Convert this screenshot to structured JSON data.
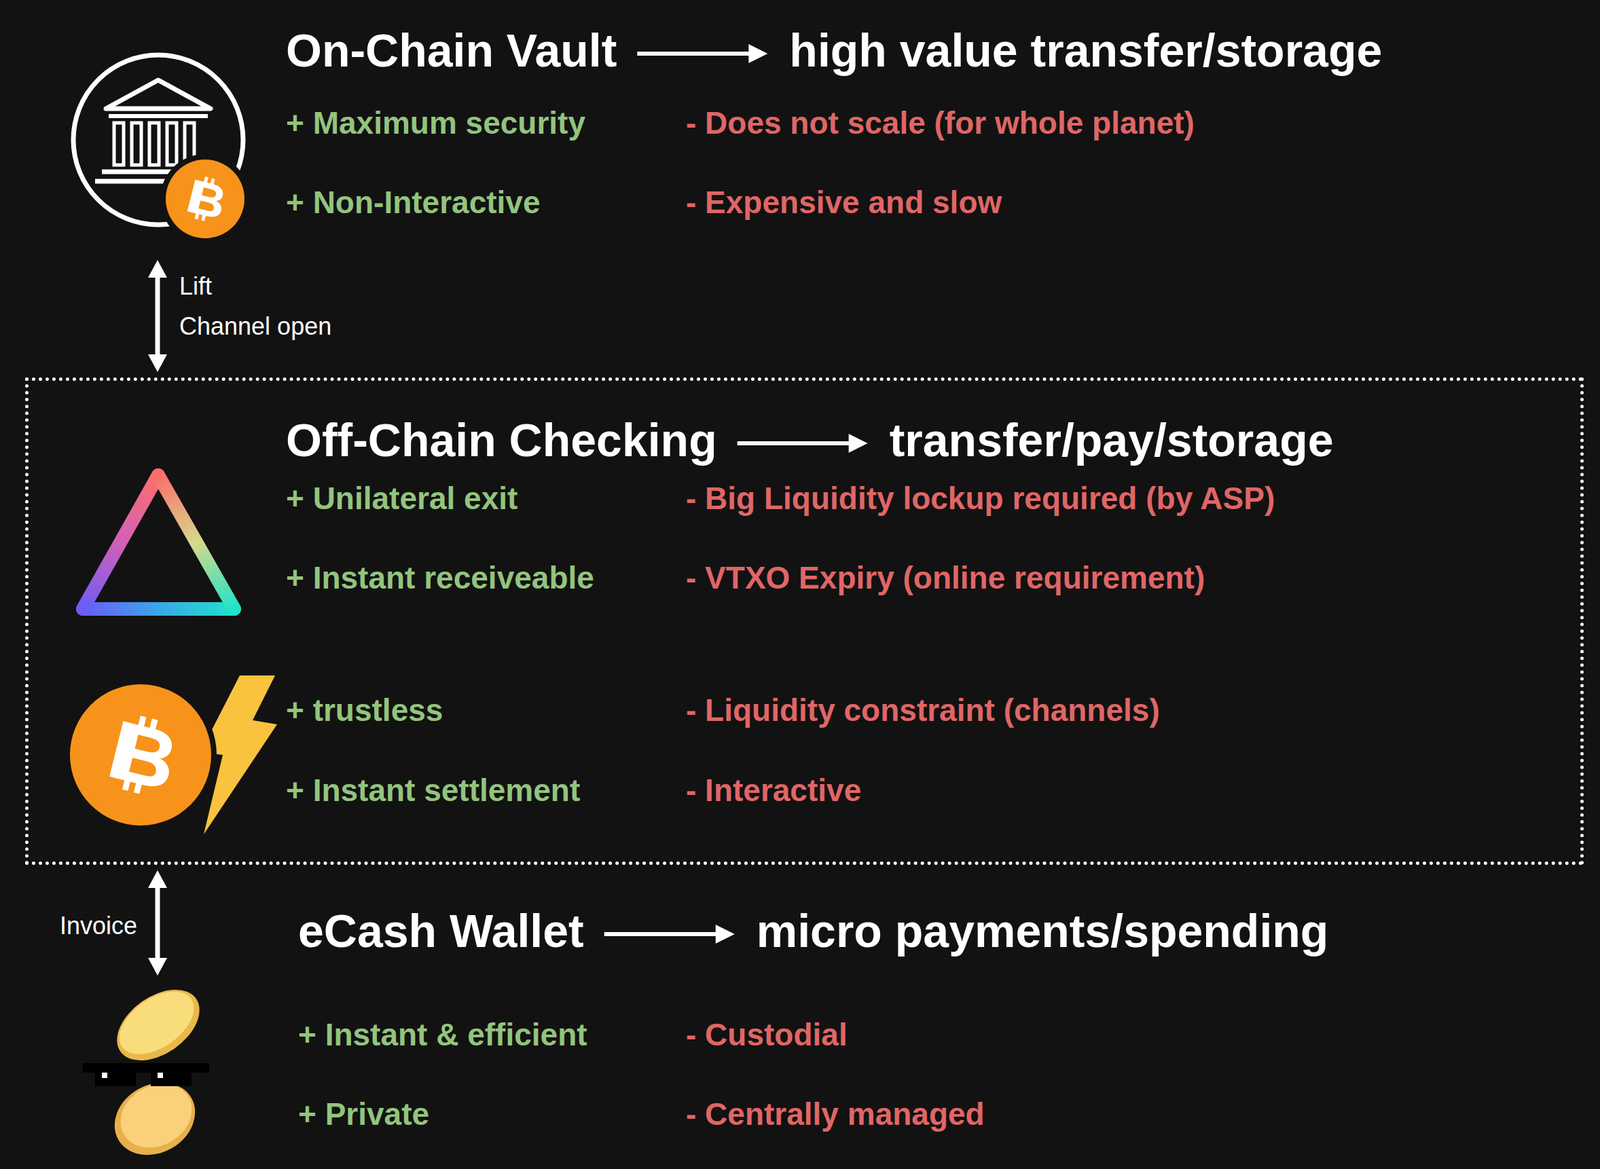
{
  "diagram": {
    "nodes": [
      {
        "text": [
          "On-Chain Vault",
          "high value transfer/storage",
          "+ Maximum security",
          "- Does not scale (for whole planet)",
          "+ Non-Interactive",
          "- Expensive and slow"
        ]
      },
      {
        "text": [
          "Off-Chain Checking",
          "transfer/pay/storage"
        ]
      },
      {
        "text": [
          "+ Unilateral exit",
          "- Big Liquidity lockup required (by ASP)",
          "+ Instant receiveable",
          "- VTXO Expiry (online requirement)"
        ],
        "in": 1
      },
      {
        "text": [
          "+ trustless",
          "- Liquidity constraint (channels)",
          "+ Instant settlement",
          "- Interactive"
        ],
        "in": 1
      },
      {
        "text": [
          "eCash Wallet",
          "micro payments/spending",
          "+ Instant & efficient",
          "- Custodial",
          "+ Private",
          "- Centrally managed"
        ]
      }
    ],
    "edges": [
      {
        "from": 0,
        "to": 1,
        "arrow": "both",
        "label": "Lift"
      },
      {
        "from": 1,
        "to": 4,
        "arrow": "both",
        "label": "Invoice"
      }
    ],
    "labels": [
      "Channel open"
    ]
  }
}
